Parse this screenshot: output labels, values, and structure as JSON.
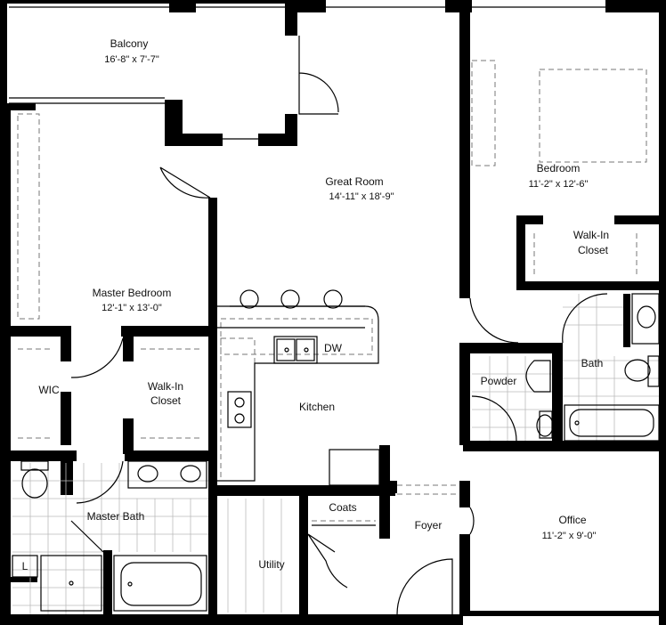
{
  "rooms": {
    "balcony": {
      "name": "Balcony",
      "dims": "16'-8\" x 7'-7\""
    },
    "great_room": {
      "name": "Great Room",
      "dims": "14'-11\" x 18'-9\""
    },
    "bedroom": {
      "name": "Bedroom",
      "dims": "11'-2\" x 12'-6\""
    },
    "walkin_closet_bedroom": {
      "line1": "Walk-In",
      "line2": "Closet"
    },
    "master_bedroom": {
      "name": "Master Bedroom",
      "dims": "12'-1\" x 13'-0\""
    },
    "wic": {
      "name": "WIC"
    },
    "walkin_closet_master": {
      "line1": "Walk-In",
      "line2": "Closet"
    },
    "kitchen": {
      "name": "Kitchen"
    },
    "dw": {
      "name": "DW"
    },
    "powder": {
      "name": "Powder"
    },
    "bath": {
      "name": "Bath"
    },
    "master_bath": {
      "name": "Master Bath"
    },
    "linen": {
      "name": "L"
    },
    "utility": {
      "name": "Utility"
    },
    "coats": {
      "name": "Coats"
    },
    "foyer": {
      "name": "Foyer"
    },
    "office": {
      "name": "Office",
      "dims": "11'-2\" x 9'-0\""
    }
  }
}
